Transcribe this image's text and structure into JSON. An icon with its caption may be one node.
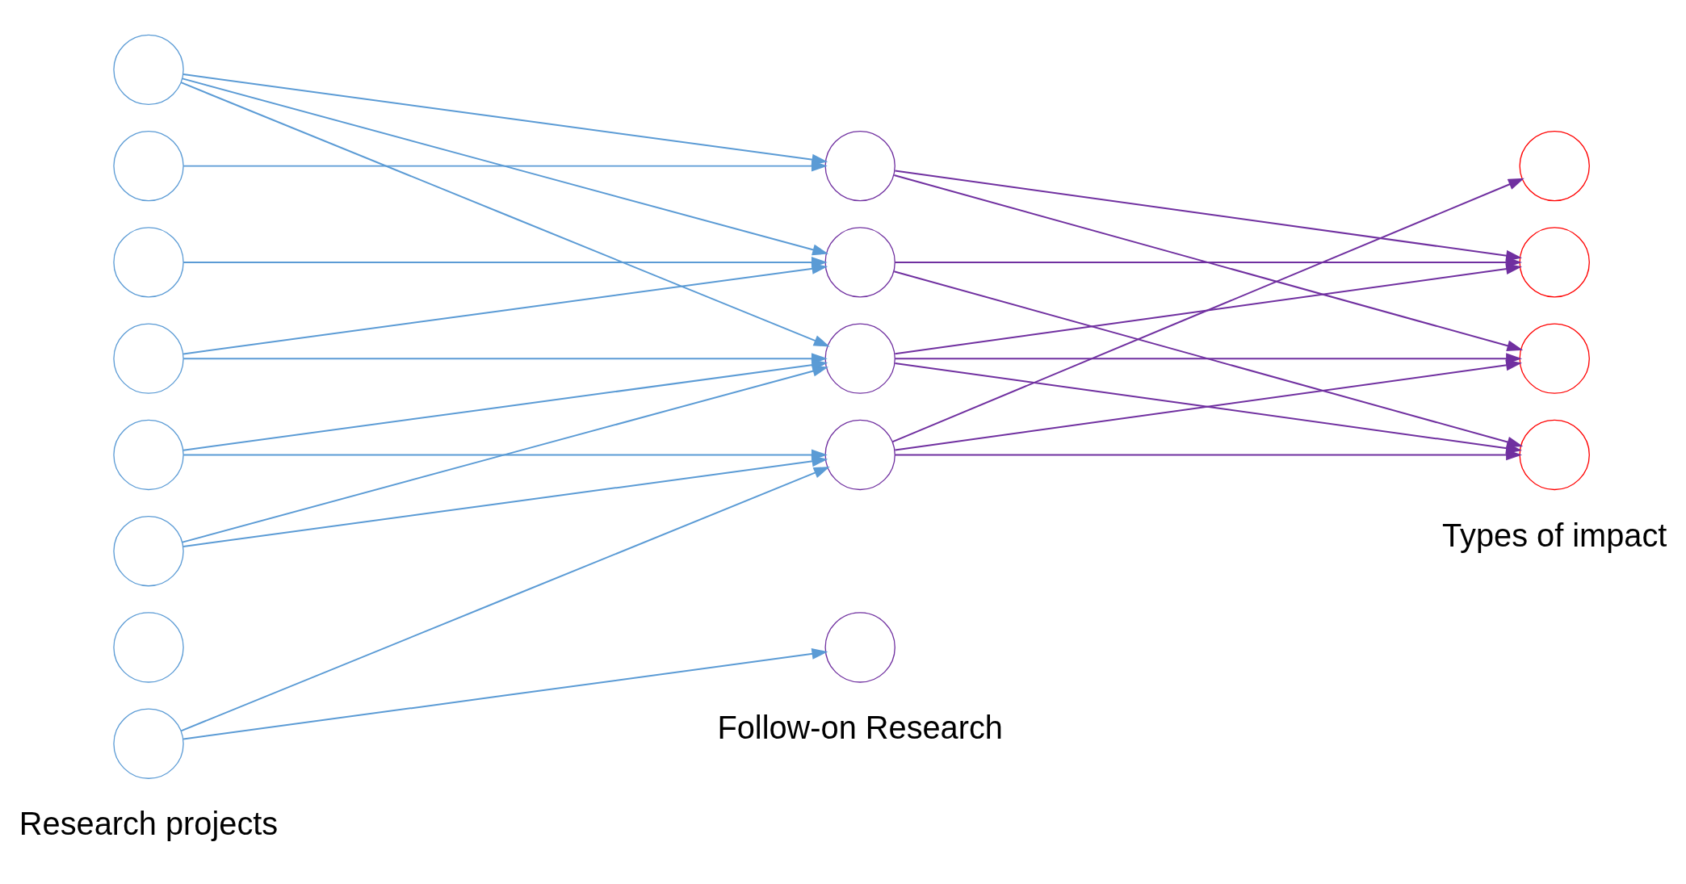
{
  "diagram": {
    "nodes": [
      {
        "text": [],
        "shape": "circle"
      },
      {
        "text": [],
        "shape": "circle"
      },
      {
        "text": [],
        "shape": "circle"
      },
      {
        "text": [],
        "shape": "circle"
      },
      {
        "text": [],
        "shape": "circle"
      },
      {
        "text": [],
        "shape": "circle"
      },
      {
        "text": [],
        "shape": "circle"
      },
      {
        "text": [],
        "shape": "circle"
      },
      {
        "text": [],
        "shape": "circle"
      },
      {
        "text": [],
        "shape": "circle"
      },
      {
        "text": [],
        "shape": "circle"
      },
      {
        "text": [],
        "shape": "circle"
      },
      {
        "text": [],
        "shape": "circle"
      },
      {
        "text": [],
        "shape": "circle"
      },
      {
        "text": [],
        "shape": "circle"
      },
      {
        "text": [],
        "shape": "circle"
      },
      {
        "text": [],
        "shape": "circle"
      }
    ],
    "edges": [
      {
        "from": 0,
        "to": 8,
        "arrow": "to"
      },
      {
        "from": 0,
        "to": 9,
        "arrow": "to"
      },
      {
        "from": 0,
        "to": 10,
        "arrow": "to"
      },
      {
        "from": 1,
        "to": 8,
        "arrow": "to"
      },
      {
        "from": 2,
        "to": 9,
        "arrow": "to"
      },
      {
        "from": 3,
        "to": 9,
        "arrow": "to"
      },
      {
        "from": 3,
        "to": 10,
        "arrow": "to"
      },
      {
        "from": 4,
        "to": 10,
        "arrow": "to"
      },
      {
        "from": 4,
        "to": 11,
        "arrow": "to"
      },
      {
        "from": 5,
        "to": 10,
        "arrow": "to"
      },
      {
        "from": 5,
        "to": 11,
        "arrow": "to"
      },
      {
        "from": 7,
        "to": 11,
        "arrow": "to"
      },
      {
        "from": 7,
        "to": 12,
        "arrow": "to"
      },
      {
        "from": 8,
        "to": 14,
        "arrow": "to",
        "color": "#7030a0"
      },
      {
        "from": 8,
        "to": 15,
        "arrow": "to",
        "color": "#7030a0"
      },
      {
        "from": 9,
        "to": 14,
        "arrow": "to",
        "color": "#7030a0"
      },
      {
        "from": 9,
        "to": 16,
        "arrow": "to",
        "color": "#7030a0"
      },
      {
        "from": 10,
        "to": 14,
        "arrow": "to",
        "color": "#7030a0"
      },
      {
        "from": 10,
        "to": 15,
        "arrow": "to",
        "color": "#7030a0"
      },
      {
        "from": 10,
        "to": 16,
        "arrow": "to",
        "color": "#7030a0"
      },
      {
        "from": 11,
        "to": 13,
        "arrow": "to",
        "color": "#7030a0"
      },
      {
        "from": 11,
        "to": 15,
        "arrow": "to",
        "color": "#7030a0"
      },
      {
        "from": 11,
        "to": 16,
        "arrow": "to",
        "color": "#7030a0"
      }
    ],
    "labels": [
      "Research projects",
      "Follow-on Research",
      "Types of impact"
    ]
  }
}
